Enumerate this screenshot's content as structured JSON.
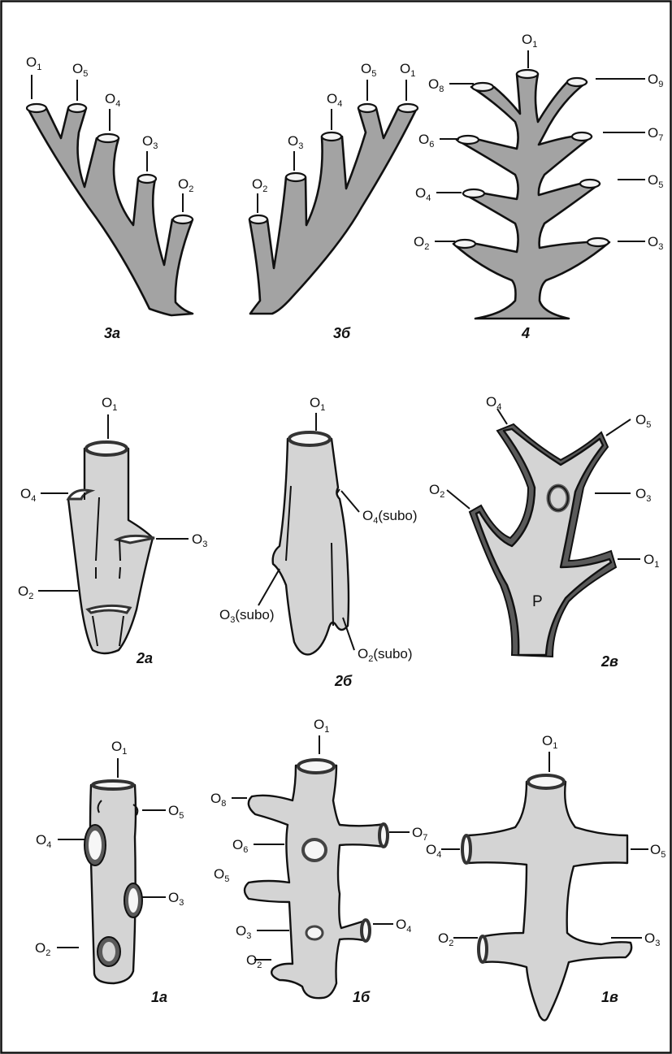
{
  "figures": {
    "f3a": {
      "caption": "3а",
      "labels": [
        "O1",
        "O5",
        "O4",
        "O3",
        "O2"
      ]
    },
    "f3b": {
      "caption": "3б",
      "labels": [
        "O2",
        "O3",
        "O4",
        "O5",
        "O1"
      ]
    },
    "f4": {
      "caption": "4",
      "labels": [
        "O1",
        "O8",
        "O9",
        "O6",
        "O7",
        "O4",
        "O5",
        "O2",
        "O3"
      ]
    },
    "f2a": {
      "caption": "2а",
      "labels": [
        "O1",
        "O4",
        "O3",
        "O2"
      ]
    },
    "f2b": {
      "caption": "2б",
      "labels": [
        "O1",
        "O4",
        "O3",
        "O2"
      ],
      "suffix": "(subo)"
    },
    "f2v": {
      "caption": "2в",
      "labels": [
        "O4",
        "O5",
        "O2",
        "O3",
        "O1"
      ],
      "inner_label": "P"
    },
    "f1a": {
      "caption": "1а",
      "labels": [
        "O1",
        "O5",
        "O4",
        "O3",
        "O2"
      ]
    },
    "f1b": {
      "caption": "1б",
      "labels": [
        "O1",
        "O8",
        "O7",
        "O6",
        "O5",
        "O4",
        "O3",
        "O2"
      ]
    },
    "f1v": {
      "caption": "1в",
      "labels": [
        "O1",
        "O4",
        "O5",
        "O2",
        "O3"
      ]
    }
  }
}
